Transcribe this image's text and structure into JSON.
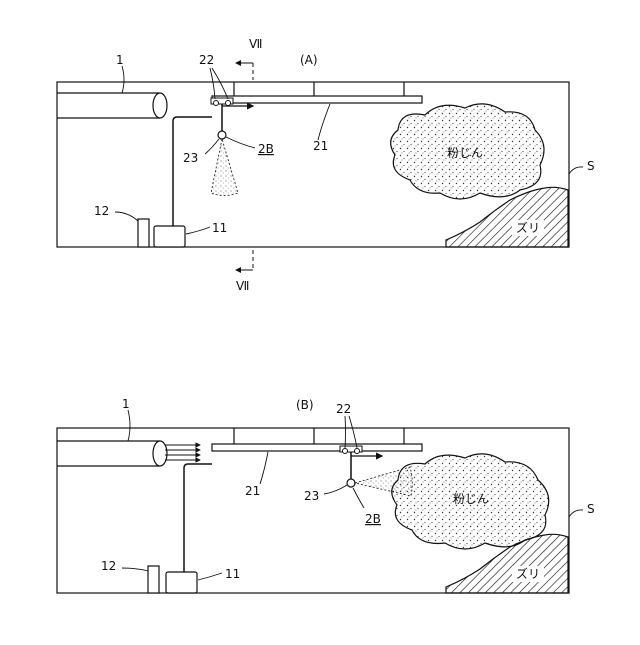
{
  "figure": {
    "panels": [
      {
        "id": "A",
        "caption": "(A)",
        "labels": {
          "duct": "1",
          "nozzles": "22",
          "rail": "21",
          "nozzle_head": "23",
          "unit": "2B",
          "controller": "11",
          "tank": "12",
          "space": "S",
          "dust": "粉じん",
          "muck": "ズリ",
          "section_top": "Ⅶ",
          "section_bottom": "Ⅶ"
        }
      },
      {
        "id": "B",
        "caption": "(B)",
        "labels": {
          "duct": "1",
          "nozzles": "22",
          "rail": "21",
          "nozzle_head": "23",
          "unit": "2B",
          "controller": "11",
          "tank": "12",
          "space": "S",
          "dust": "粉じん",
          "muck": "ズリ"
        }
      }
    ]
  },
  "colors": {
    "line": "#111111",
    "background": "#ffffff"
  }
}
